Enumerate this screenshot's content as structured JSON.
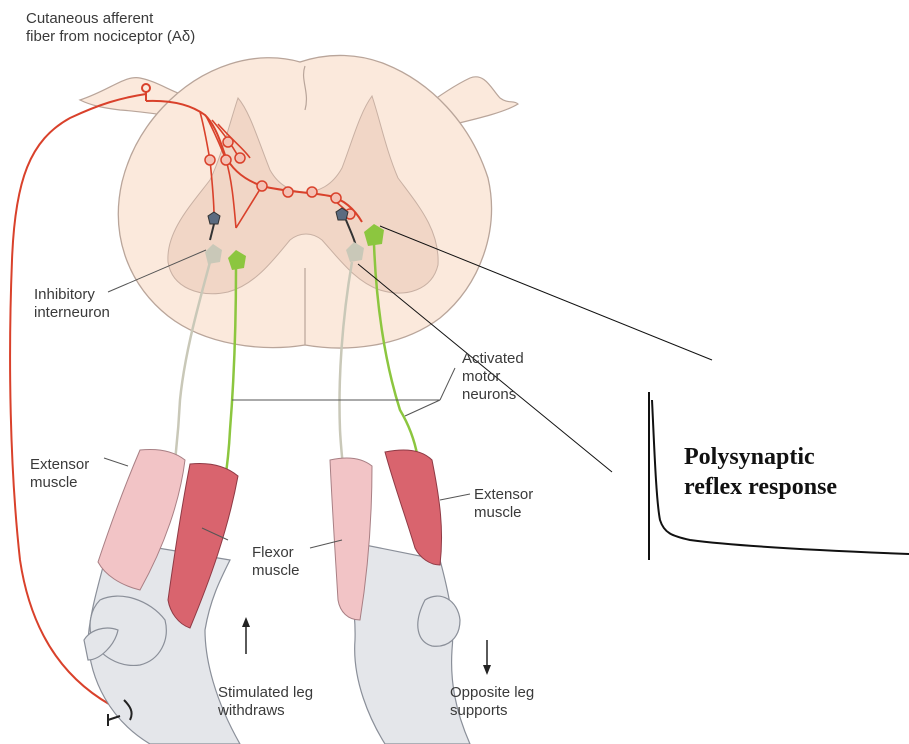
{
  "labels": {
    "afferent": "Cutaneous afferent\nfiber from nociceptor (Aδ)",
    "inhibitory": "Inhibitory\ninterneuron",
    "activated": "Activated\nmotor\nneurons",
    "extensor_left": "Extensor\nmuscle",
    "flexor": "Flexor\nmuscle",
    "extensor_right": "Extensor\nmuscle",
    "stimulated": "Stimulated leg\nwithdraws",
    "opposite": "Opposite leg\nsupports",
    "response": "Polysynaptic\nreflex response"
  },
  "colors": {
    "afferent": "#d9412b",
    "motor_active": "#8cc63f",
    "motor_inhibited": "#c9c8b8",
    "cord_white": "#fbe9dc",
    "cord_gray": "#f1d6c6",
    "extensor_muscle": "#f2c4c6",
    "flexor_muscle": "#d9646e",
    "bone": "#e4e6ea"
  },
  "icons": [
    "up-arrow-icon",
    "down-arrow-icon"
  ]
}
